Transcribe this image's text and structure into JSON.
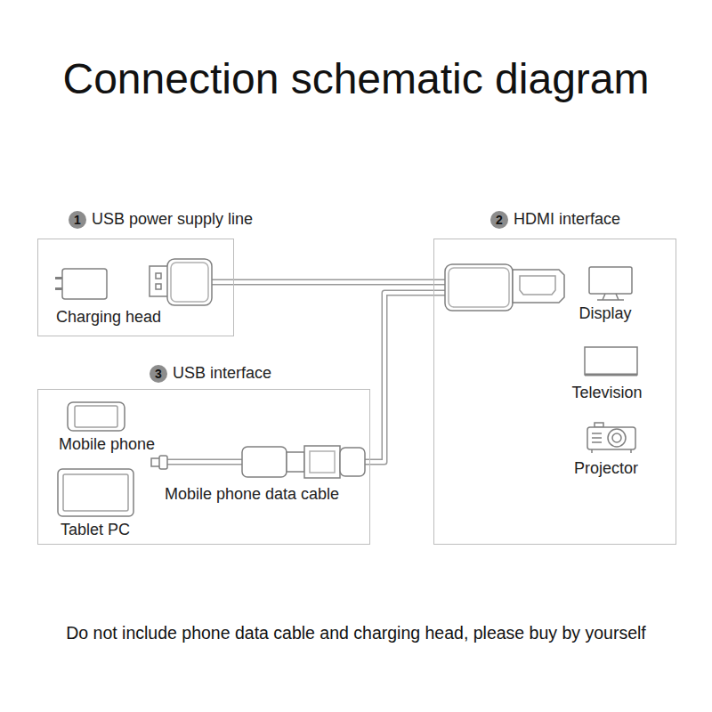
{
  "diagram": {
    "title": "Connection schematic diagram",
    "caption": "Do not include phone data cable and charging head, please buy by yourself",
    "nodes": [
      {
        "text": [
          "1",
          "USB power supply line"
        ]
      },
      {
        "text": [
          "2",
          "HDMI interface"
        ]
      },
      {
        "text": [
          "3",
          "USB interface"
        ]
      }
    ],
    "edges": [
      {
        "from": 0,
        "to": 1,
        "arrow": "none"
      },
      {
        "from": 2,
        "to": 1,
        "arrow": "none"
      }
    ],
    "labels": [
      "Charging head",
      "Display",
      "Television",
      "Projector",
      "Mobile phone",
      "Mobile phone data cable",
      "Tablet PC"
    ]
  }
}
